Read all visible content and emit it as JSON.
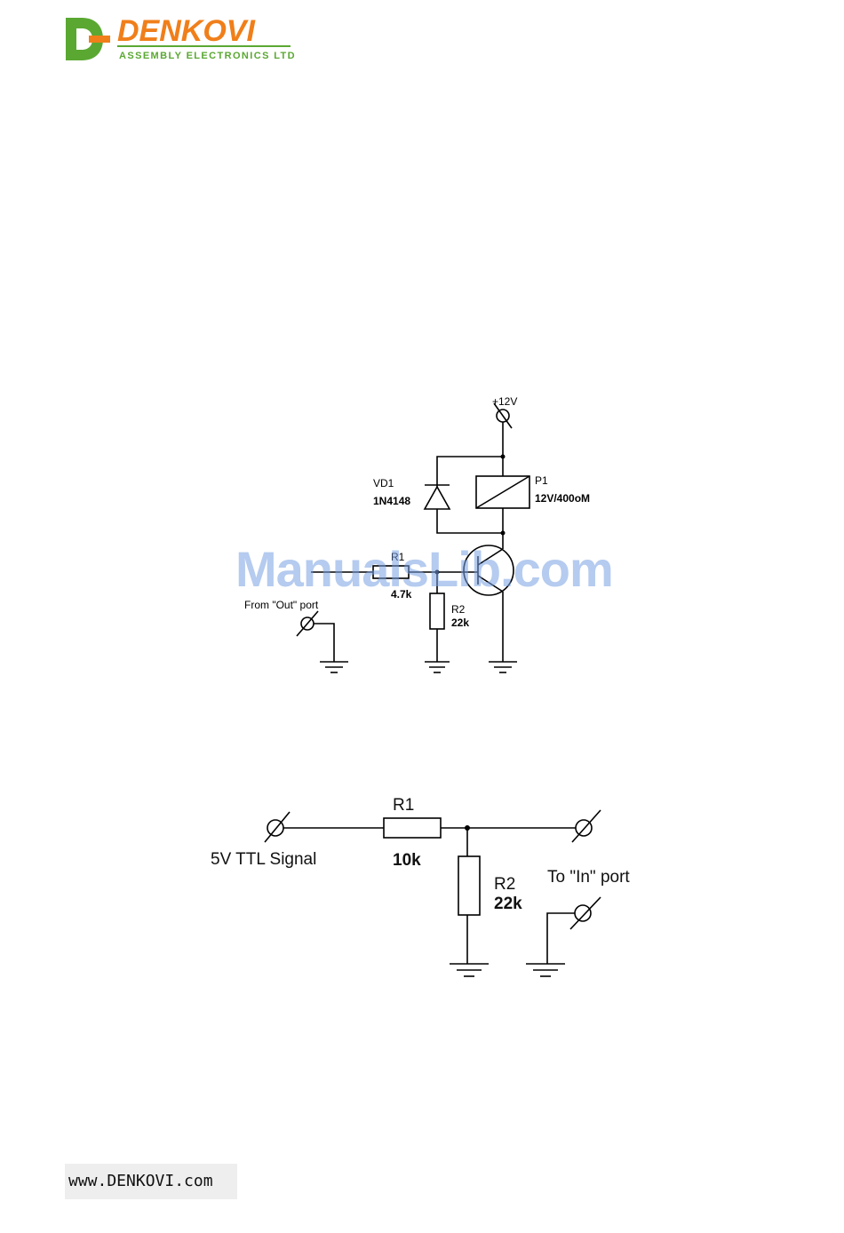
{
  "header": {
    "brand_name": "DENKOVI",
    "brand_tagline": "ASSEMBLY ELECTRONICS LTD",
    "colors": {
      "green": "#5aa832",
      "orange": "#f07f1a"
    }
  },
  "relay_circuit": {
    "supply_label": "+12V",
    "diode_ref": "VD1",
    "diode_value": "1N4148",
    "relay_ref": "P1",
    "relay_value": "12V/400oM",
    "r1_ref": "R1",
    "r1_value": "4.7k",
    "r2_ref": "R2",
    "r2_value": "22k",
    "input_label": "From \"Out\" port"
  },
  "divider_circuit": {
    "r1_ref": "R1",
    "r1_value": "10k",
    "r2_ref": "R2",
    "r2_value": "22k",
    "input_label": "5V TTL Signal",
    "output_label": "To \"In\" port"
  },
  "watermark": "ManualsLib.com",
  "footer": {
    "url": "www.DENKOVI.com"
  }
}
